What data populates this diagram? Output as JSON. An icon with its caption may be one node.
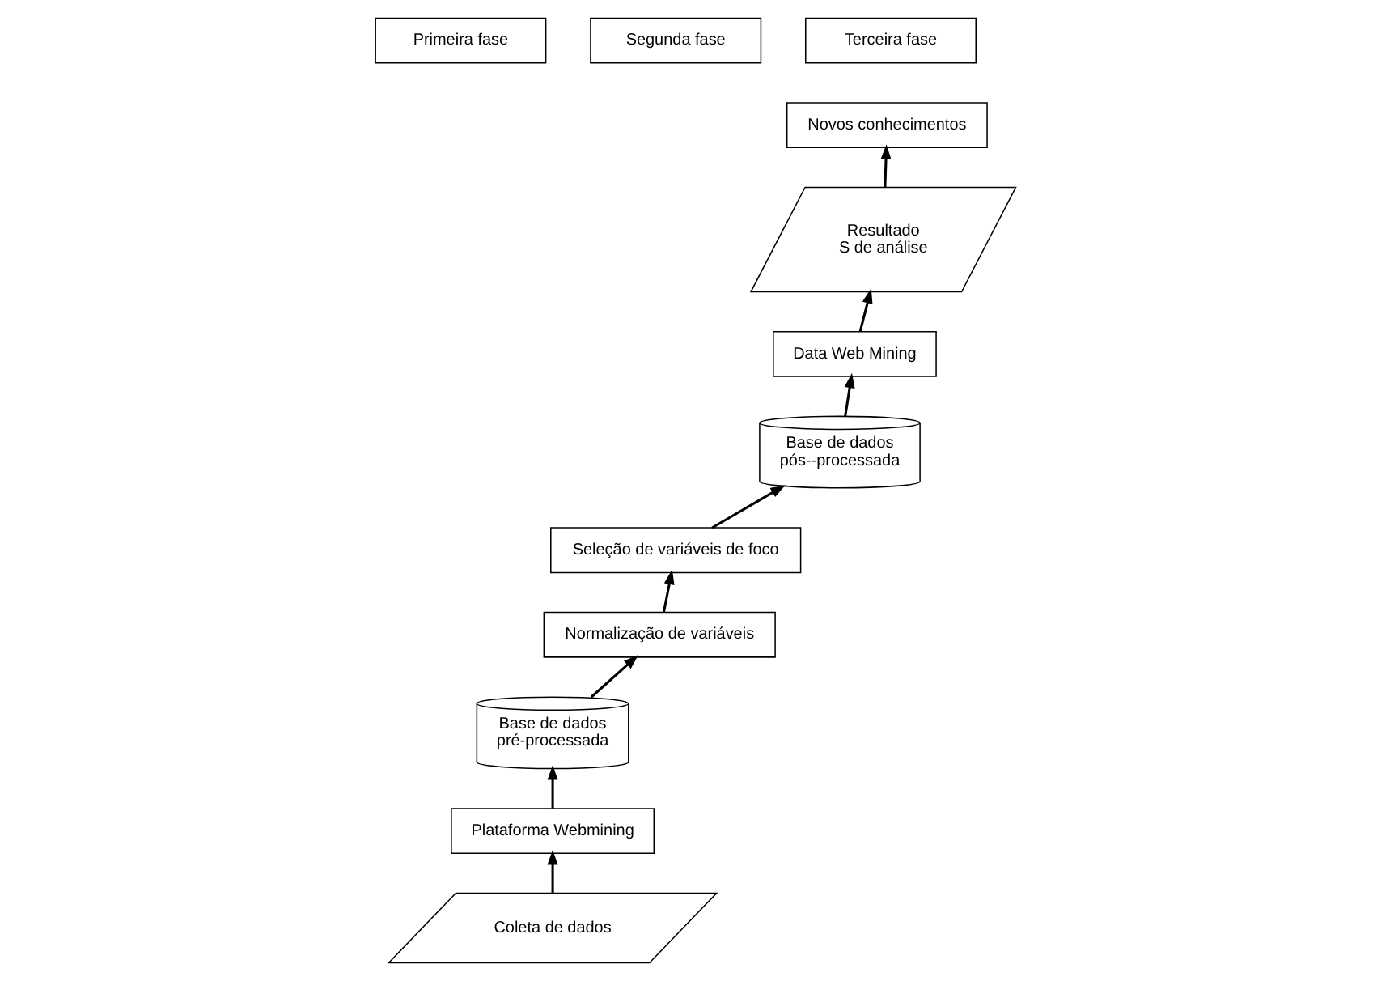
{
  "diagram": {
    "nodes": [
      {
        "text": [
          "Primeira fase"
        ]
      },
      {
        "text": [
          "Segunda fase"
        ]
      },
      {
        "text": [
          "Terceira fase"
        ]
      },
      {
        "text": [
          "Base de dados",
          "pré-processada"
        ]
      },
      {
        "text": [
          "Plataforma Webmining"
        ]
      },
      {
        "text": [
          "Coleta de dados"
        ]
      },
      {
        "text": [
          "Normalização de variáveis"
        ]
      },
      {
        "text": [
          "Seleção de variáveis de foco"
        ]
      },
      {
        "text": [
          "Base de dados",
          "pós--processada"
        ]
      },
      {
        "text": [
          "Data Web Mining"
        ]
      },
      {
        "text": [
          "Resultado",
          "S de análise"
        ]
      },
      {
        "text": [
          "Novos conhecimentos"
        ]
      }
    ],
    "edges": [
      {
        "from": 5,
        "to": 4,
        "arrow": "to"
      },
      {
        "from": 4,
        "to": 3,
        "arrow": "to"
      },
      {
        "from": 3,
        "to": 6,
        "arrow": "to"
      },
      {
        "from": 6,
        "to": 7,
        "arrow": "to"
      },
      {
        "from": 7,
        "to": 8,
        "arrow": "to"
      },
      {
        "from": 8,
        "to": 9,
        "arrow": "to"
      },
      {
        "from": 9,
        "to": 10,
        "arrow": "to"
      },
      {
        "from": 10,
        "to": 11,
        "arrow": "to"
      }
    ]
  }
}
